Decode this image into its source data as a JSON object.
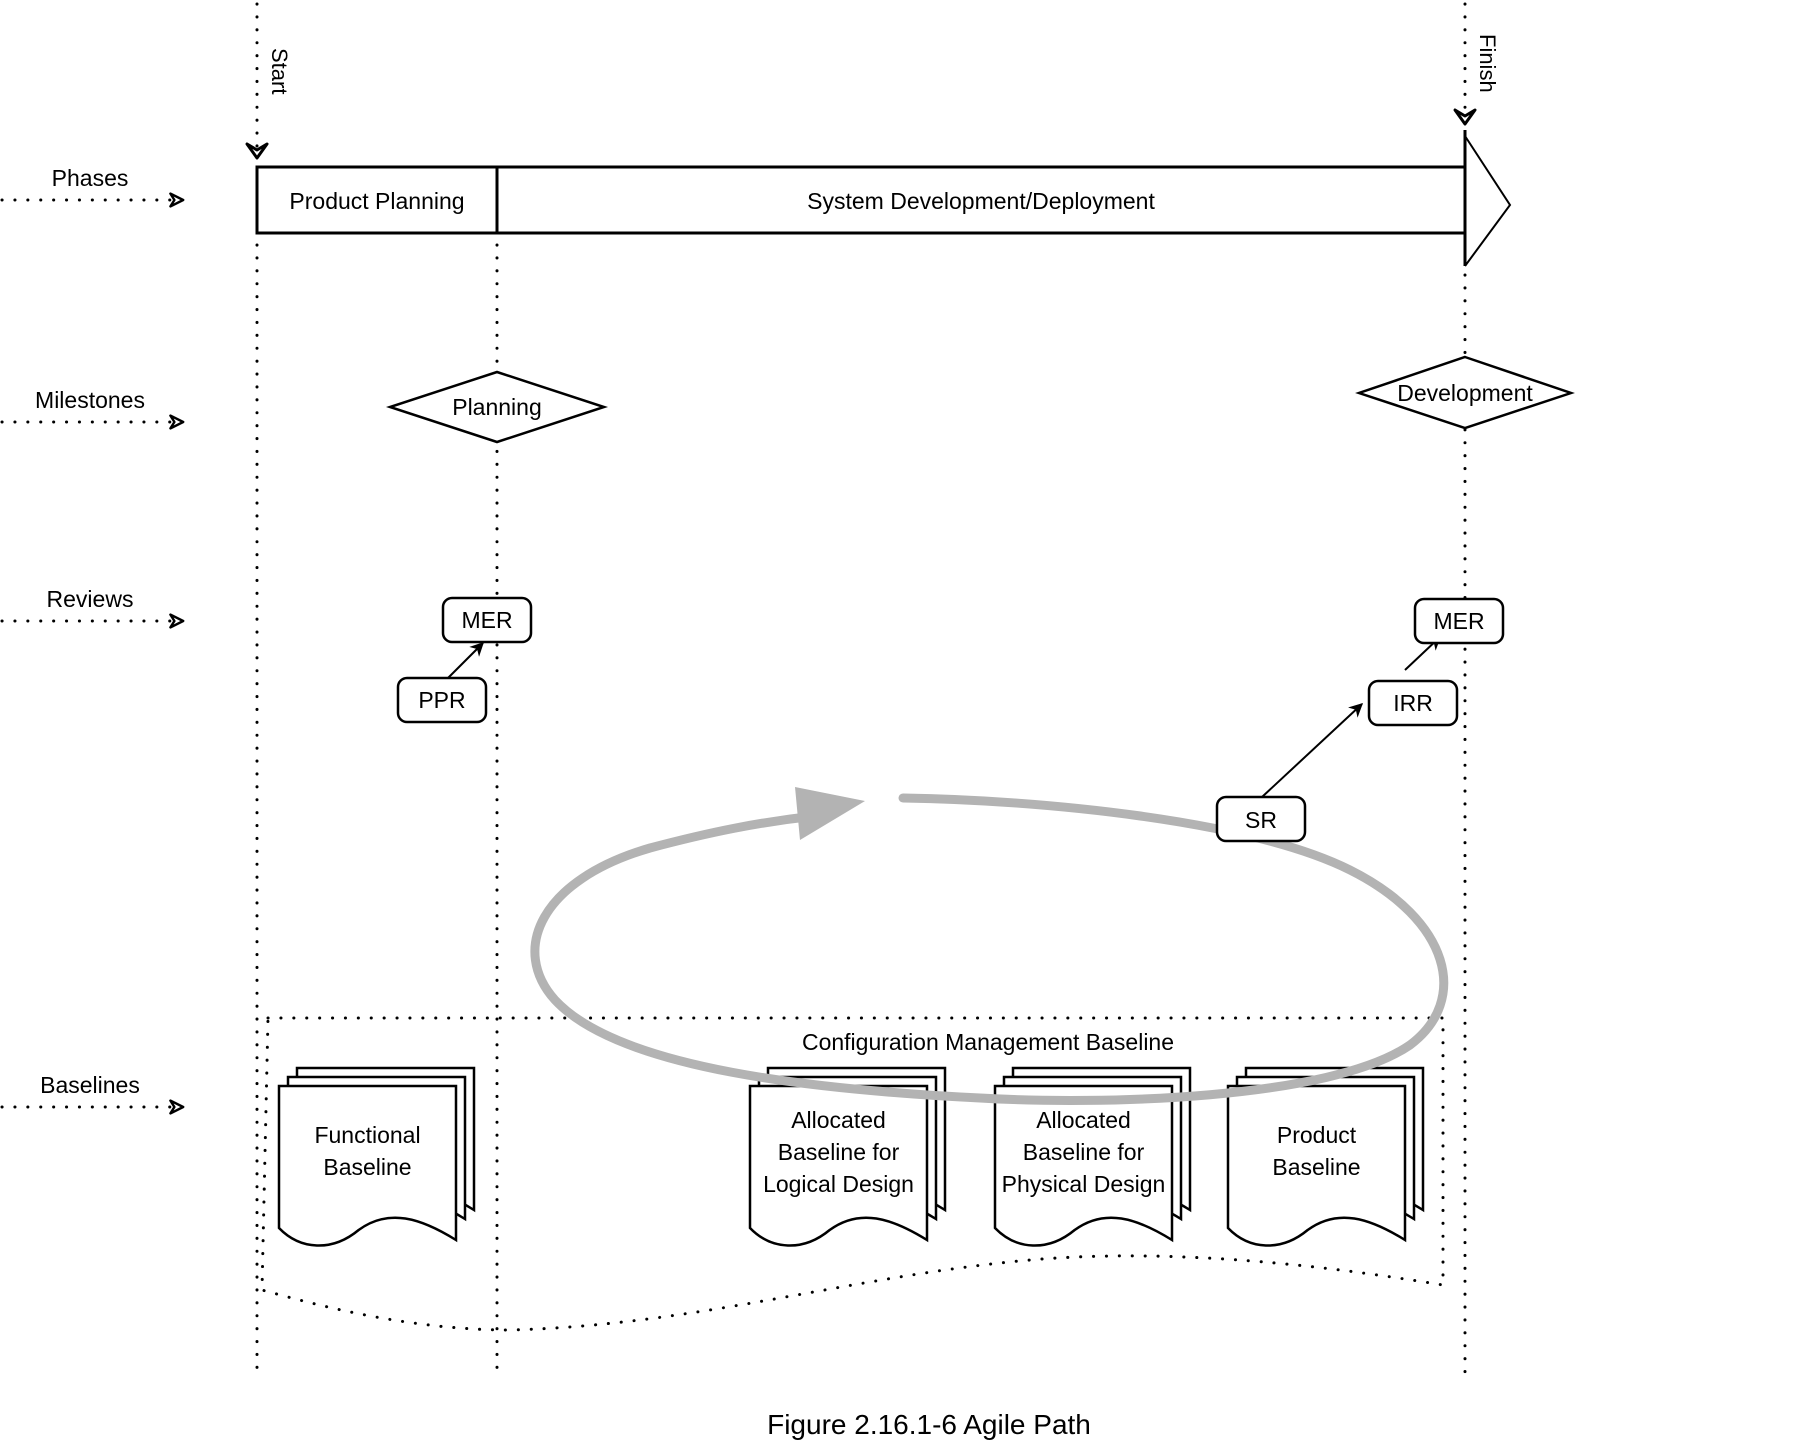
{
  "diagram": {
    "caption": "Figure 2.16.1-6 Agile Path",
    "timeline": {
      "start_label": "Start",
      "finish_label": "Finish"
    },
    "rows": [
      {
        "id": "phases",
        "label": "Phases"
      },
      {
        "id": "milestones",
        "label": "Milestones"
      },
      {
        "id": "reviews",
        "label": "Reviews"
      },
      {
        "id": "baselines",
        "label": "Baselines"
      }
    ],
    "phases": [
      {
        "label": "Product Planning"
      },
      {
        "label": "System Development/Deployment"
      }
    ],
    "milestones": [
      {
        "label": "Planning"
      },
      {
        "label": "Development"
      }
    ],
    "reviews": {
      "planning": [
        {
          "label": "PPR"
        },
        {
          "label": "MER"
        }
      ],
      "development": [
        {
          "label": "SR"
        },
        {
          "label": "IRR"
        },
        {
          "label": "MER"
        }
      ]
    },
    "cm_baseline_label": "Configuration Management Baseline",
    "baselines": [
      {
        "lines": [
          "Functional",
          "Baseline"
        ]
      },
      {
        "lines": [
          "Allocated",
          "Baseline for",
          "Logical Design"
        ]
      },
      {
        "lines": [
          "Allocated",
          "Baseline for",
          "Physical Design"
        ]
      },
      {
        "lines": [
          "Product",
          "Baseline"
        ]
      }
    ],
    "colors": {
      "line": "#000000",
      "cycle": "#b3b3b3",
      "background": "#ffffff"
    }
  }
}
